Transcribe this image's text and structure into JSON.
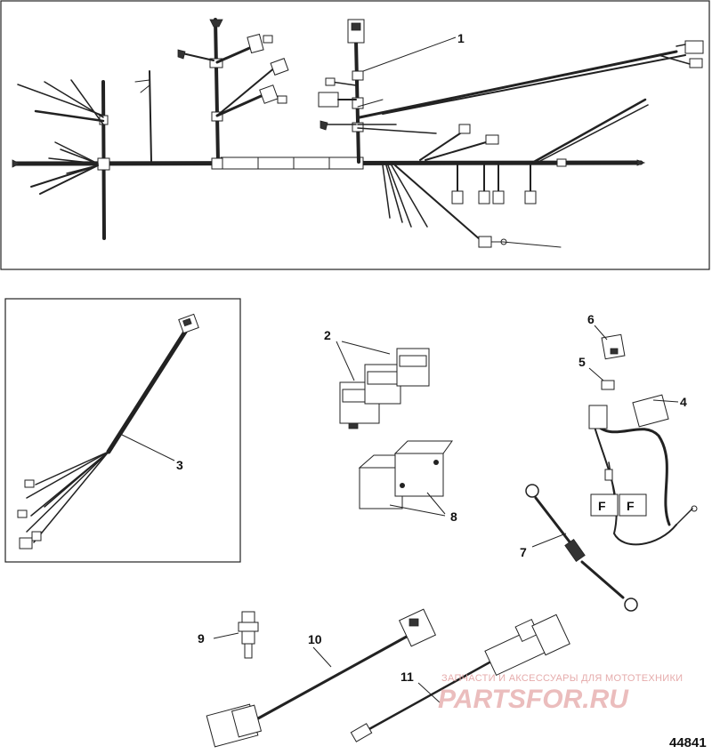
{
  "figure_id": "44841",
  "callouts": [
    "1",
    "2",
    "3",
    "4",
    "5",
    "6",
    "7",
    "8",
    "9",
    "10",
    "11"
  ],
  "watermark": {
    "subtitle": "ЗАПЧАСТИ И АКСЕССУАРЫ ДЛЯ МОТОТЕХНИКИ",
    "logo": "PARTSFOR.RU"
  },
  "colors": {
    "line": "#222222",
    "watermark": "#e9b6b6"
  }
}
